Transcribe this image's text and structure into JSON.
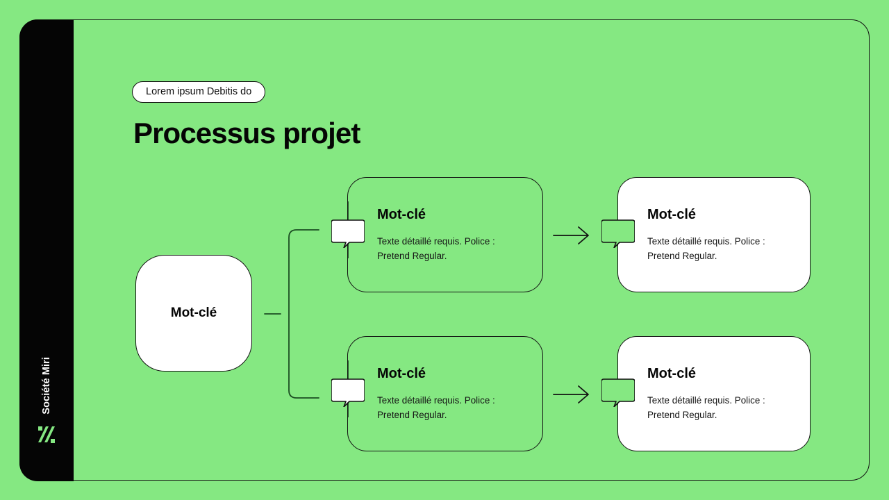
{
  "theme": {
    "background": "#85E882",
    "ink": "#050505",
    "rail": "#050505",
    "card_fill": "#FFFFFF",
    "logo_green": "#85E882"
  },
  "sidebar": {
    "brand": "Société Miri",
    "logo_name": "miri-logo-icon"
  },
  "header": {
    "eyebrow": "Lorem ipsum Debitis do",
    "title": "Processus projet"
  },
  "diagram": {
    "root": {
      "label": "Mot-clé"
    },
    "branches": [
      {
        "row": "top",
        "steps": [
          {
            "style": "outline",
            "title": "Mot-clé",
            "body": "Texte détaillé requis. Police : Pretend Regular.",
            "bubble": "speech-bubble-icon"
          },
          {
            "style": "solid",
            "title": "Mot-clé",
            "body": "Texte détaillé requis. Police : Pretend Regular.",
            "bubble": "speech-bubble-icon"
          }
        ]
      },
      {
        "row": "bottom",
        "steps": [
          {
            "style": "outline",
            "title": "Mot-clé",
            "body": "Texte détaillé requis. Police : Pretend Regular.",
            "bubble": "speech-bubble-icon"
          },
          {
            "style": "solid",
            "title": "Mot-clé",
            "body": "Texte détaillé requis. Police : Pretend Regular.",
            "bubble": "speech-bubble-icon"
          }
        ]
      }
    ]
  }
}
